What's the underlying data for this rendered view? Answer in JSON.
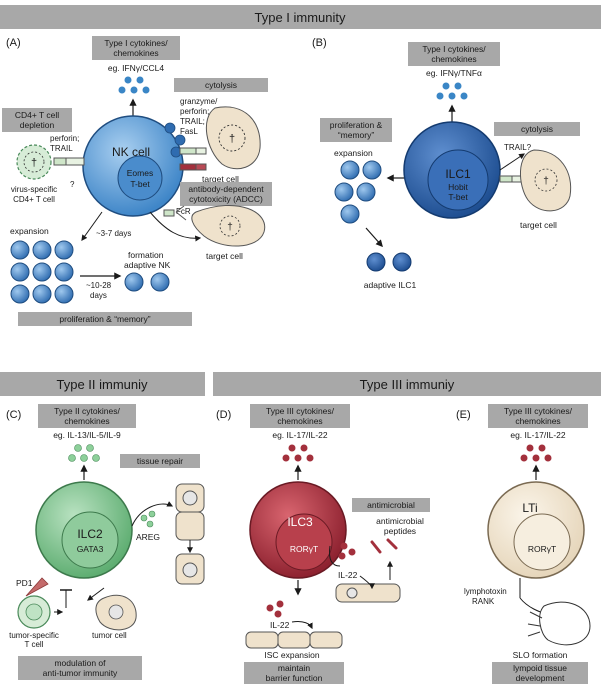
{
  "headers": {
    "type1": "Type I immunity",
    "type2": "Type II immuniy",
    "type3": "Type III immuniy"
  },
  "panelA": {
    "letter": "(A)",
    "cytokine_box": [
      "Type I cytokines/",
      "chemokines"
    ],
    "cytokine_eg": "eg. IFNγ/CCL4",
    "cell_name": "NK cell",
    "cell_tf": [
      "Eomes",
      "T-bet"
    ],
    "cytolysis_box": "cytolysis",
    "cytolysis_molecules": [
      "granzyme/",
      "perforin;",
      "TRAIL;",
      "FasL"
    ],
    "target_cell": "target cell",
    "cd4_box": [
      "CD4+ T cell",
      "depletion"
    ],
    "cd4_molecules": [
      "perforin;",
      "TRAIL"
    ],
    "question": "?",
    "virus_cell": [
      "virus-specific",
      "CD4+ T cell"
    ],
    "adcc_box": [
      "antibody-dependent",
      "cytotoxicity (ADCC)"
    ],
    "fcr": "FcR",
    "target_cell2": "target cell",
    "expansion": "expansion",
    "days1": "~3-7 days",
    "days2": [
      "~10-28",
      "days"
    ],
    "formation": [
      "formation",
      "adaptive NK"
    ],
    "proliferation_box": "proliferation & “memory”"
  },
  "panelB": {
    "letter": "(B)",
    "cytokine_box": [
      "Type I cytokines/",
      "chemokines"
    ],
    "cytokine_eg": "eg. IFNγ/TNFα",
    "cell_name": "ILC1",
    "cell_tf": [
      "Hobit",
      "T-bet"
    ],
    "proliferation_box": [
      "proliferation &",
      "“memory”"
    ],
    "expansion": "expansion",
    "cytolysis_box": "cytolysis",
    "trail": "TRAIL?",
    "target_cell": "target cell",
    "adaptive": "adaptive ILC1"
  },
  "panelC": {
    "letter": "(C)",
    "cytokine_box": [
      "Type II cytokines/",
      "chemokines"
    ],
    "cytokine_eg": "eg. IL-13/IL-5/IL-9",
    "cell_name": "ILC2",
    "cell_tf": "GATA3",
    "repair_box": "tissue repair",
    "areg": "AREG",
    "pd1": "PD1",
    "tumor_t": [
      "tumor-specific",
      "T cell"
    ],
    "tumor_cell": "tumor cell",
    "modulation_box": [
      "modulation of",
      "anti-tumor immunity"
    ]
  },
  "panelD": {
    "letter": "(D)",
    "cytokine_box": [
      "Type III cytokines/",
      "chemokines"
    ],
    "cytokine_eg": "eg. IL-17/IL-22",
    "cell_name": "ILC3",
    "cell_tf": "RORγT",
    "antimicrobial_box": "antimicrobial",
    "peptides": [
      "antimicrobial",
      "peptides"
    ],
    "il22_right": "IL-22",
    "il22_bottom": "IL-22",
    "isc": "ISC expansion",
    "barrier_box": [
      "maintain",
      "barrier function"
    ]
  },
  "panelE": {
    "letter": "(E)",
    "cytokine_box": [
      "Type III cytokines/",
      "chemokines"
    ],
    "cytokine_eg": "eg. IL-17/IL-22",
    "cell_name": "LTi",
    "cell_tf": "RORγT",
    "lympho": [
      "lymphotoxin",
      "RANK"
    ],
    "slo": "SLO formation",
    "lymphoid_box": [
      "lympoid tissue",
      "development"
    ]
  },
  "colors": {
    "bar_gray": "#a8a8a8",
    "nk_blue": "#5b9bd5",
    "ilc1_blue": "#2f64a8",
    "ilc2_green": "#7cc18c",
    "ilc3_red": "#a3303c",
    "lti_beige": "#f1e6d4",
    "target_beige": "#efe2cc"
  }
}
